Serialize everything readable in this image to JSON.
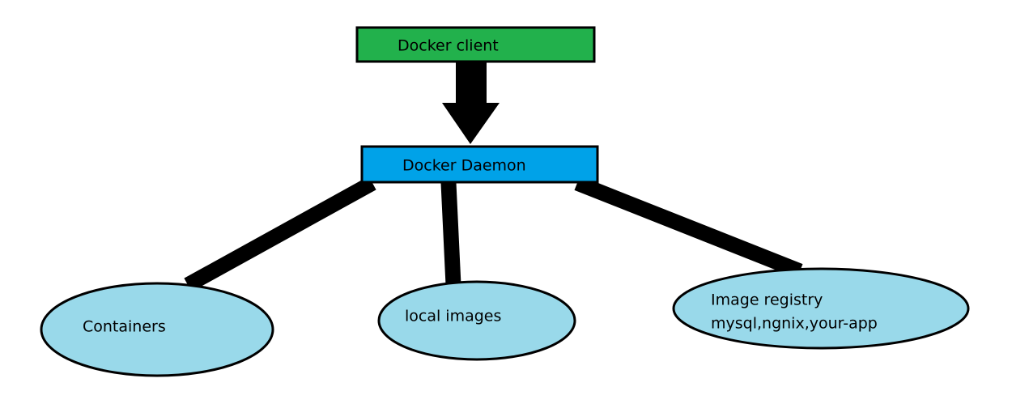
{
  "nodes": {
    "client": {
      "label": "Docker client",
      "fill": "#22b14c"
    },
    "daemon": {
      "label": "Docker Daemon",
      "fill": "#00a2e8"
    },
    "containers": {
      "label": "Containers",
      "fill": "#99d9ea"
    },
    "local_images": {
      "label": "local images",
      "fill": "#99d9ea"
    },
    "registry": {
      "label_line1": "Image registry",
      "label_line2": "mysql,ngnix,your-app",
      "fill": "#99d9ea"
    }
  },
  "connectors": {
    "client_to_daemon": "arrow",
    "daemon_to_containers": "line",
    "daemon_to_local_images": "line",
    "daemon_to_registry": "line"
  },
  "colors": {
    "stroke": "#000000",
    "background": "#ffffff"
  }
}
